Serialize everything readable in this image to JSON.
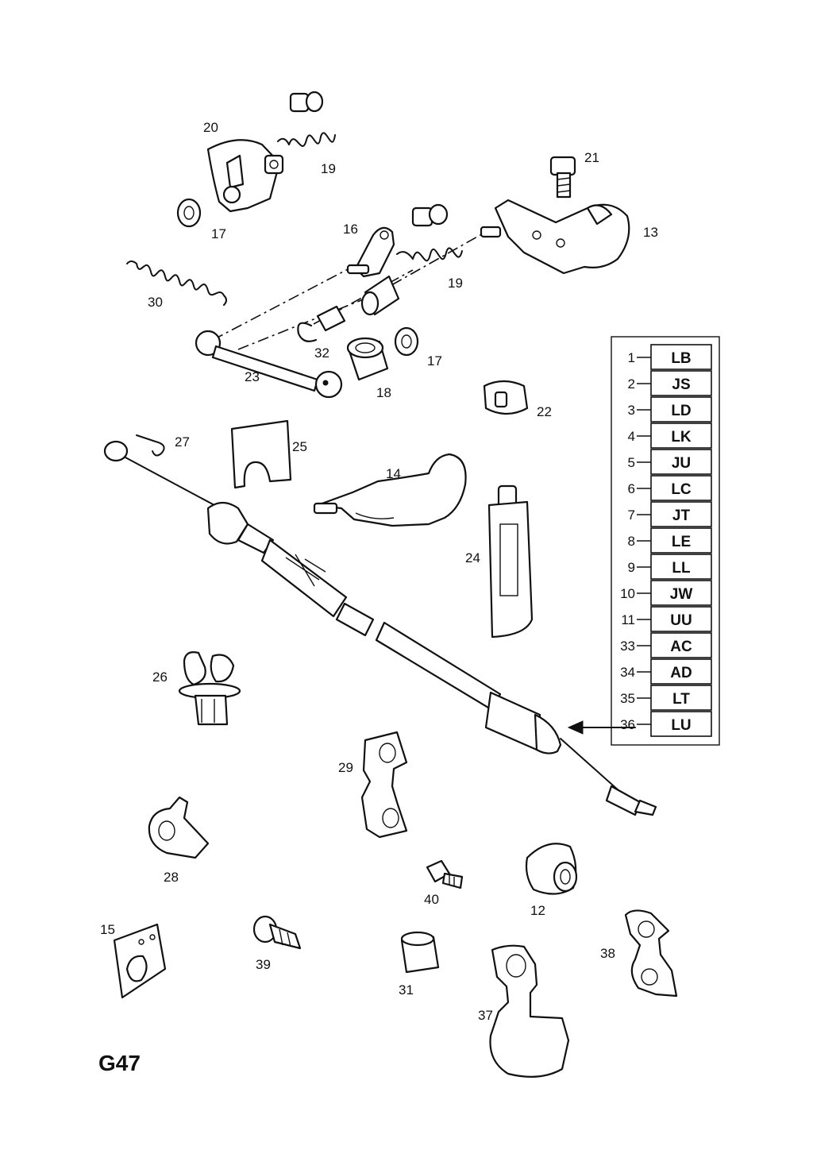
{
  "page_code": "G47",
  "callouts": {
    "p12": "12",
    "p13": "13",
    "p14": "14",
    "p15": "15",
    "p16": "16",
    "p17a": "17",
    "p17b": "17",
    "p18": "18",
    "p19a": "19",
    "p19b": "19",
    "p20": "20",
    "p21": "21",
    "p22": "22",
    "p23": "23",
    "p24": "24",
    "p25": "25",
    "p26": "26",
    "p27": "27",
    "p28": "28",
    "p29": "29",
    "p30": "30",
    "p31": "31",
    "p32": "32",
    "p37": "37",
    "p38": "38",
    "p39": "39",
    "p40": "40"
  },
  "variant_table": [
    {
      "num": "1",
      "code": "LB"
    },
    {
      "num": "2",
      "code": "JS"
    },
    {
      "num": "3",
      "code": "LD"
    },
    {
      "num": "4",
      "code": "LK"
    },
    {
      "num": "5",
      "code": "JU"
    },
    {
      "num": "6",
      "code": "LC"
    },
    {
      "num": "7",
      "code": "JT"
    },
    {
      "num": "8",
      "code": "LE"
    },
    {
      "num": "9",
      "code": "LL"
    },
    {
      "num": "10",
      "code": "JW"
    },
    {
      "num": "11",
      "code": "UU"
    },
    {
      "num": "33",
      "code": "AC"
    },
    {
      "num": "34",
      "code": "AD"
    },
    {
      "num": "35",
      "code": "LT"
    },
    {
      "num": "36",
      "code": "LU"
    }
  ]
}
